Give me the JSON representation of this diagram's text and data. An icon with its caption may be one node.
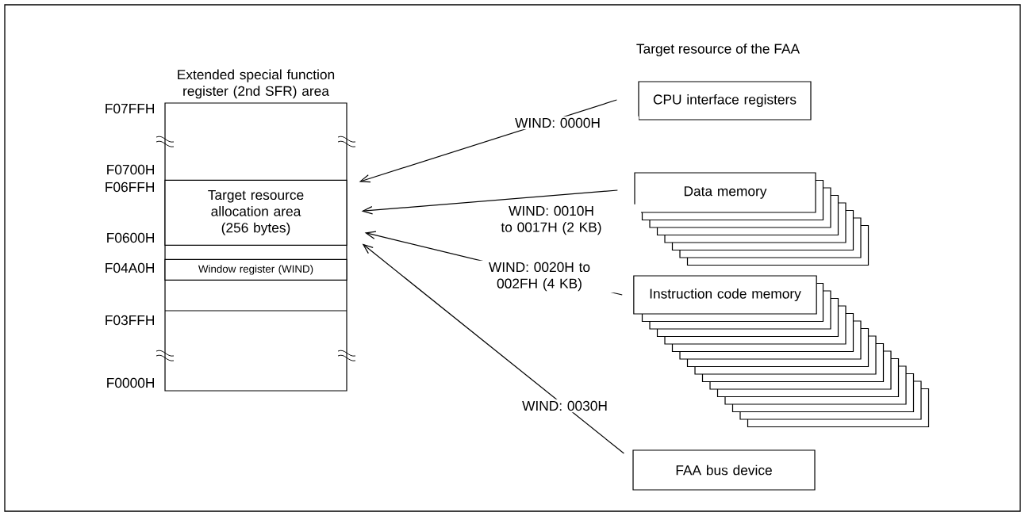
{
  "diagram": {
    "title": "Target resource of the FAA",
    "nodes": [
      {
        "text": [
          "Extended special function register (2nd SFR) area"
        ]
      },
      {
        "text": [
          "Target resource allocation area (256 bytes)"
        ],
        "in": 0
      },
      {
        "text": [
          "Window register (WIND)"
        ],
        "in": 0
      },
      {
        "text": [
          "CPU interface registers"
        ]
      },
      {
        "text": [
          "Data memory"
        ]
      },
      {
        "text": [
          "Instruction code memory"
        ]
      },
      {
        "text": [
          "FAA bus device"
        ]
      }
    ],
    "edges": [
      {
        "from": 3,
        "to": 1,
        "arrow": "to",
        "label": "WIND: 0000H"
      },
      {
        "from": 4,
        "to": 1,
        "arrow": "to",
        "label": "WIND: 0010H to 0017H (2 KB)"
      },
      {
        "from": 5,
        "to": 1,
        "arrow": "to",
        "label": "WIND: 0020H to 002FH (4 KB)"
      },
      {
        "from": 6,
        "to": 1,
        "arrow": "to",
        "label": "WIND: 0030H"
      }
    ],
    "labels": [
      "F07FFH",
      "F0700H",
      "F06FFH",
      "F0600H",
      "F04A0H",
      "F03FFH",
      "F0000H"
    ]
  }
}
